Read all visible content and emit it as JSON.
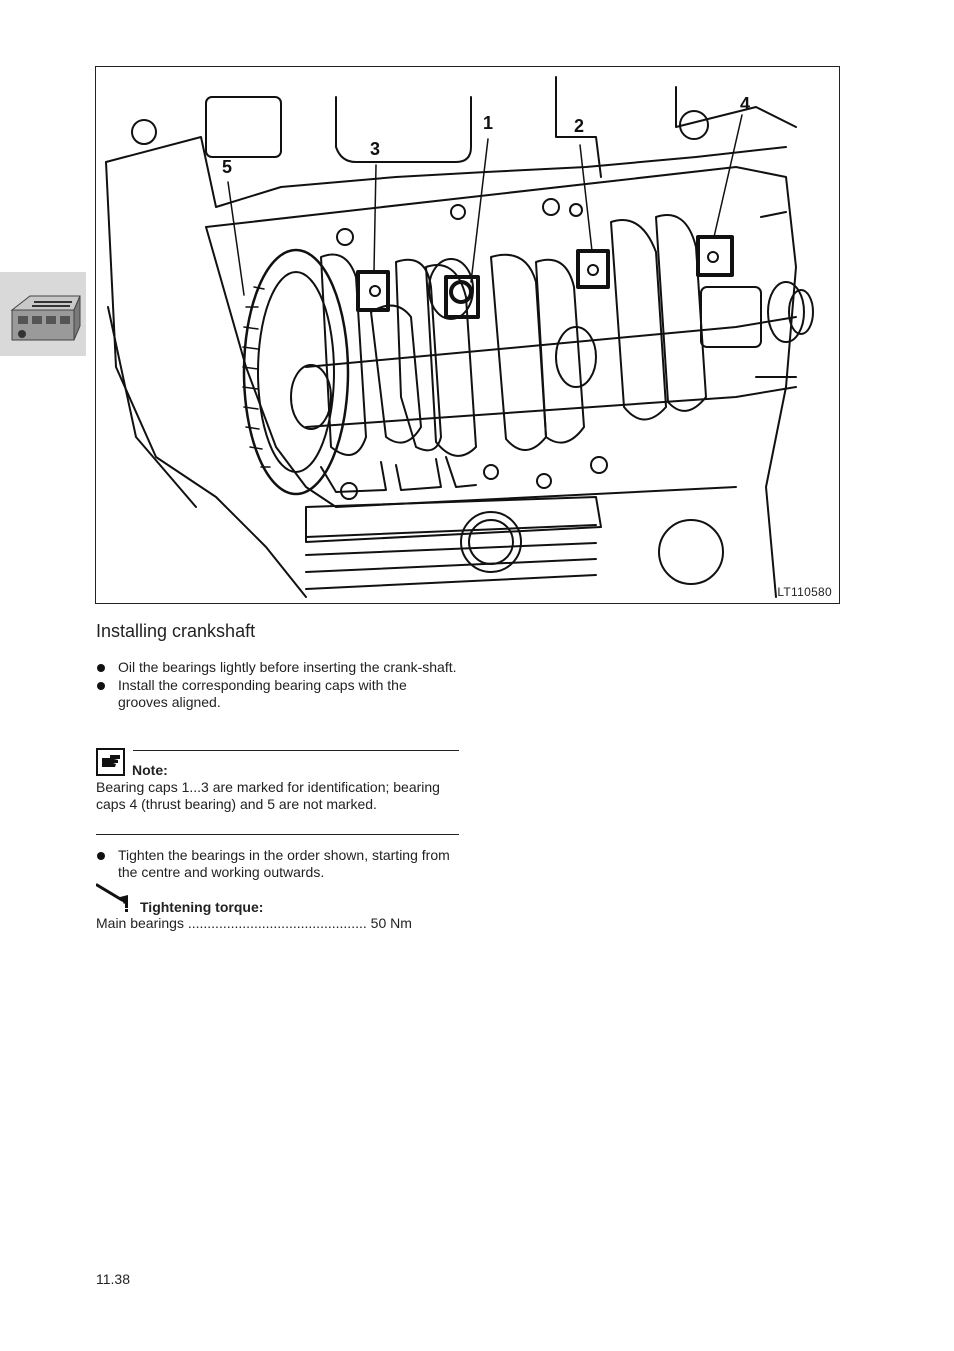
{
  "figure": {
    "code": "LT110580",
    "callouts": [
      "1",
      "2",
      "3",
      "4",
      "5"
    ]
  },
  "section_title": "Installing crankshaft",
  "bullets_1": [
    "Oil the bearings lightly before inserting the crank-shaft.",
    "Install the corresponding bearing caps with the grooves aligned."
  ],
  "note": {
    "icon": "note-hand-icon",
    "label": "Note:",
    "text": "Bearing caps 1...3 are marked for identification; bearing caps 4 (thrust bearing) and 5 are not marked."
  },
  "bullets_2": [
    "Tighten the bearings in the order shown, starting from the centre and working outwards."
  ],
  "torque": {
    "icon": "torque-wrench-icon",
    "label": "Tightening torque:",
    "item": "Main bearings",
    "dots": "..............................................",
    "value": "50 Nm"
  },
  "page_number": "11.38",
  "side_tab_icon": "engine-icon"
}
